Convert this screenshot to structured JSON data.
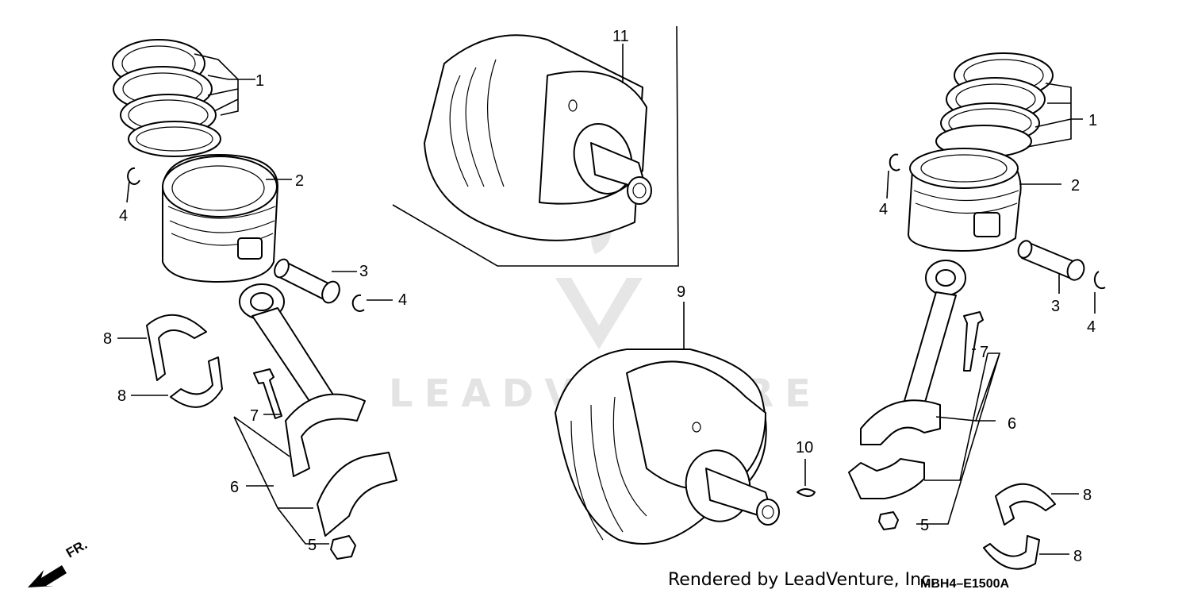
{
  "callouts": {
    "c1_left": "1",
    "c2_left": "2",
    "c3_left": "3",
    "c4_left_a": "4",
    "c4_left_b": "4",
    "c5_left": "5",
    "c6_left": "6",
    "c7_left": "7",
    "c8_left_a": "8",
    "c8_left_b": "8",
    "c9": "9",
    "c10": "10",
    "c11": "11",
    "c1_right": "1",
    "c2_right": "2",
    "c3_right": "3",
    "c4_right_a": "4",
    "c4_right_b": "4",
    "c5_right": "5",
    "c6_right": "6",
    "c7_right": "7",
    "c8_right_a": "8",
    "c8_right_b": "8"
  },
  "watermark": {
    "text": "LEADVENTURE"
  },
  "front_indicator": "FR.",
  "footer": {
    "credit": "Rendered by LeadVenture, Inc.",
    "diagram_code": "MBH4–E1500A"
  }
}
